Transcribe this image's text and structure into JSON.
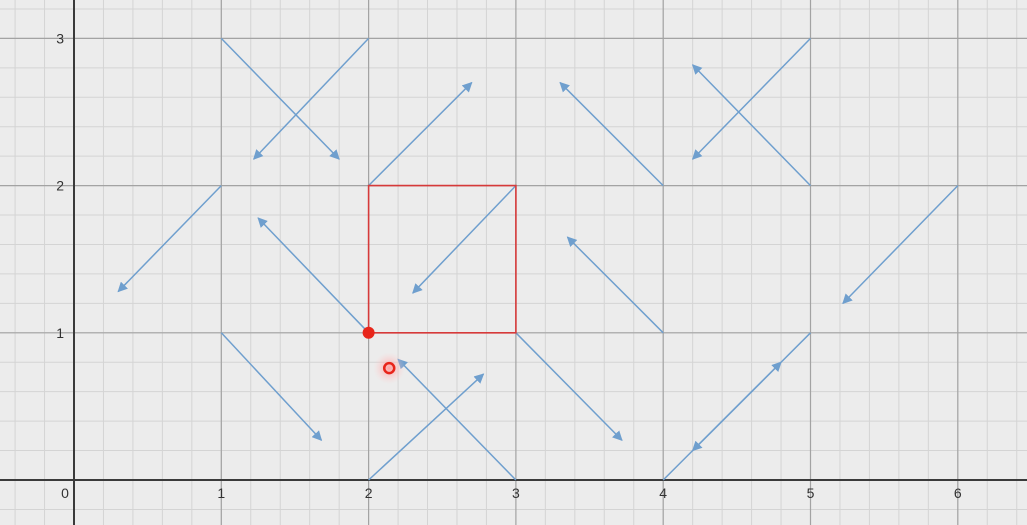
{
  "colors": {
    "background": "#ececec",
    "minor_grid": "#d4d4d4",
    "major_grid": "#a3a3a3",
    "axis": "#3a3a3a",
    "arrow": "#6f9fce",
    "square": "#d63a3a",
    "point": "#e8251a",
    "cursor": "#e8251a"
  },
  "chart_data": {
    "type": "vector-field",
    "x_tick_labels": [
      "0",
      "1",
      "2",
      "3",
      "4",
      "5",
      "6"
    ],
    "y_tick_labels": [
      "1",
      "2",
      "3"
    ],
    "xlim": [
      0,
      6.45
    ],
    "ylim": [
      0,
      3.3
    ],
    "minor_grid_step": 0.2,
    "arrows": [
      {
        "from": [
          1,
          3
        ],
        "to": [
          1.8,
          2.18
        ]
      },
      {
        "from": [
          2,
          3
        ],
        "to": [
          1.22,
          2.18
        ]
      },
      {
        "from": [
          2,
          2
        ],
        "to": [
          2.7,
          2.7
        ]
      },
      {
        "from": [
          4,
          2
        ],
        "to": [
          3.3,
          2.7
        ]
      },
      {
        "from": [
          5,
          2
        ],
        "to": [
          4.2,
          2.82
        ]
      },
      {
        "from": [
          5,
          3
        ],
        "to": [
          4.2,
          2.18
        ]
      },
      {
        "from": [
          1,
          2
        ],
        "to": [
          0.3,
          1.28
        ]
      },
      {
        "from": [
          2,
          1
        ],
        "to": [
          1.25,
          1.78
        ]
      },
      {
        "from": [
          3,
          2
        ],
        "to": [
          2.3,
          1.27
        ]
      },
      {
        "from": [
          4,
          1
        ],
        "to": [
          3.35,
          1.65
        ]
      },
      {
        "from": [
          6,
          2
        ],
        "to": [
          5.22,
          1.2
        ]
      },
      {
        "from": [
          1,
          1
        ],
        "to": [
          1.68,
          0.27
        ]
      },
      {
        "from": [
          2,
          0
        ],
        "to": [
          2.78,
          0.72
        ]
      },
      {
        "from": [
          3,
          0
        ],
        "to": [
          2.2,
          0.82
        ]
      },
      {
        "from": [
          3,
          1
        ],
        "to": [
          3.72,
          0.27
        ]
      },
      {
        "from": [
          4,
          0
        ],
        "to": [
          4.8,
          0.8
        ]
      },
      {
        "from": [
          5,
          1
        ],
        "to": [
          4.2,
          0.2
        ]
      }
    ],
    "square": {
      "corners": [
        [
          2,
          1
        ],
        [
          3,
          1
        ],
        [
          3,
          2
        ],
        [
          2,
          2
        ]
      ]
    },
    "point": [
      2,
      1
    ],
    "cursor": [
      2.14,
      0.76
    ]
  }
}
